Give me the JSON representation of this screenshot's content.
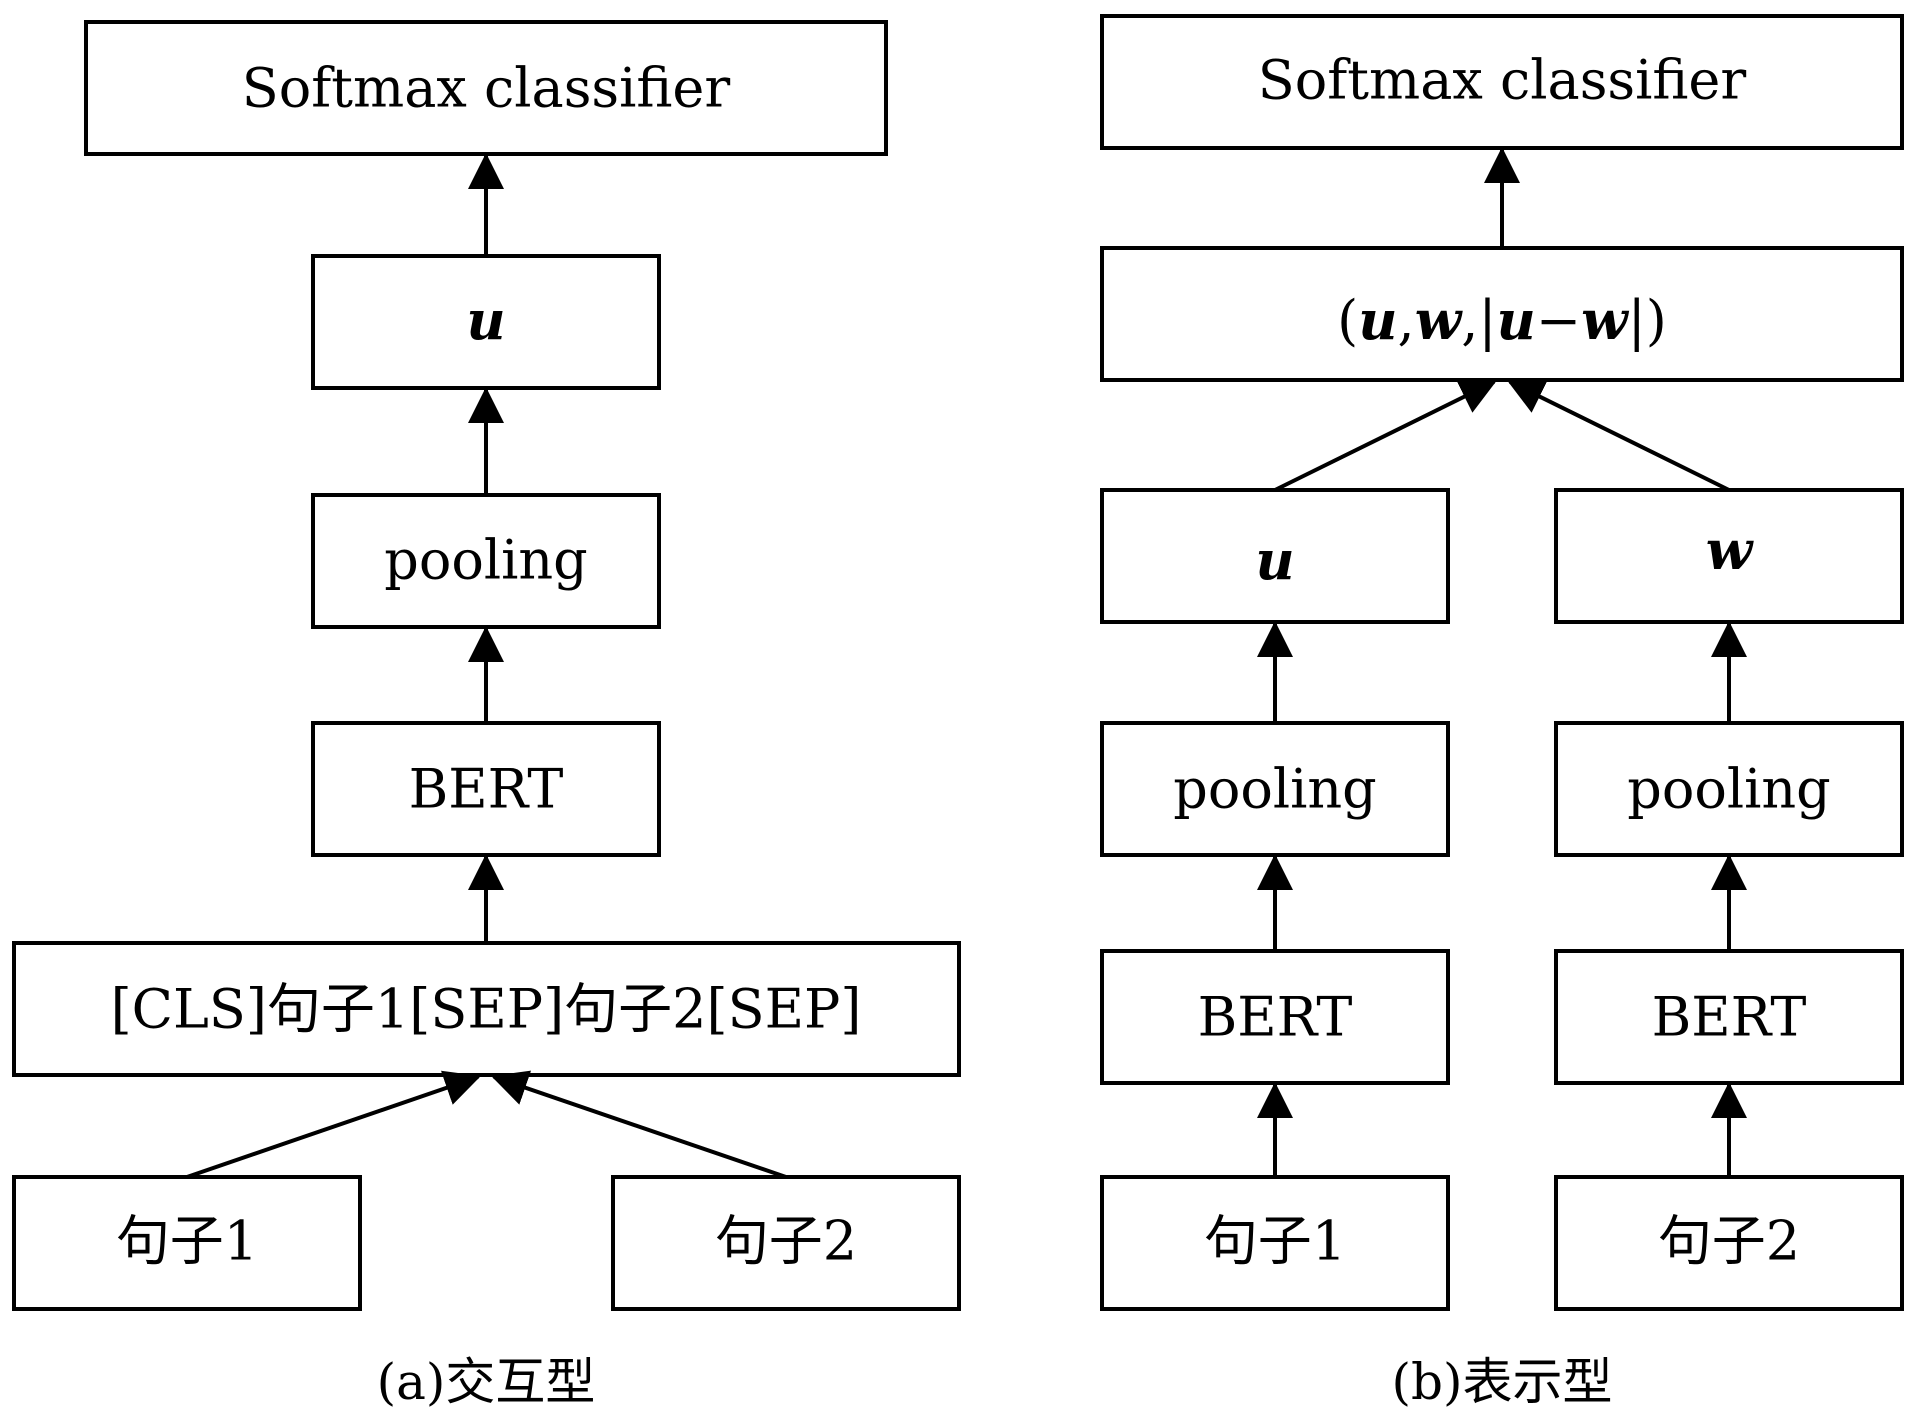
{
  "colors": {
    "stroke": "#000000",
    "background": "#ffffff"
  },
  "panel_a": {
    "caption": "(a)交互型",
    "softmax": "Softmax classifier",
    "u": "u",
    "pooling": "pooling",
    "bert": "BERT",
    "input": "[CLS]句子1[SEP]句子2[SEP]",
    "sentence1": "句子1",
    "sentence2": "句子2"
  },
  "panel_b": {
    "caption": "(b)表示型",
    "softmax": "Softmax classifier",
    "concat": {
      "open": "(",
      "u": "u",
      "c1": ",",
      "w": "w",
      "c2": ",|",
      "u2": "u",
      "minus": "−",
      "w2": "w",
      "close": "|)"
    },
    "u": "u",
    "w": "w",
    "pooling_left": "pooling",
    "pooling_right": "pooling",
    "bert_left": "BERT",
    "bert_right": "BERT",
    "sentence1": "句子1",
    "sentence2": "句子2"
  }
}
